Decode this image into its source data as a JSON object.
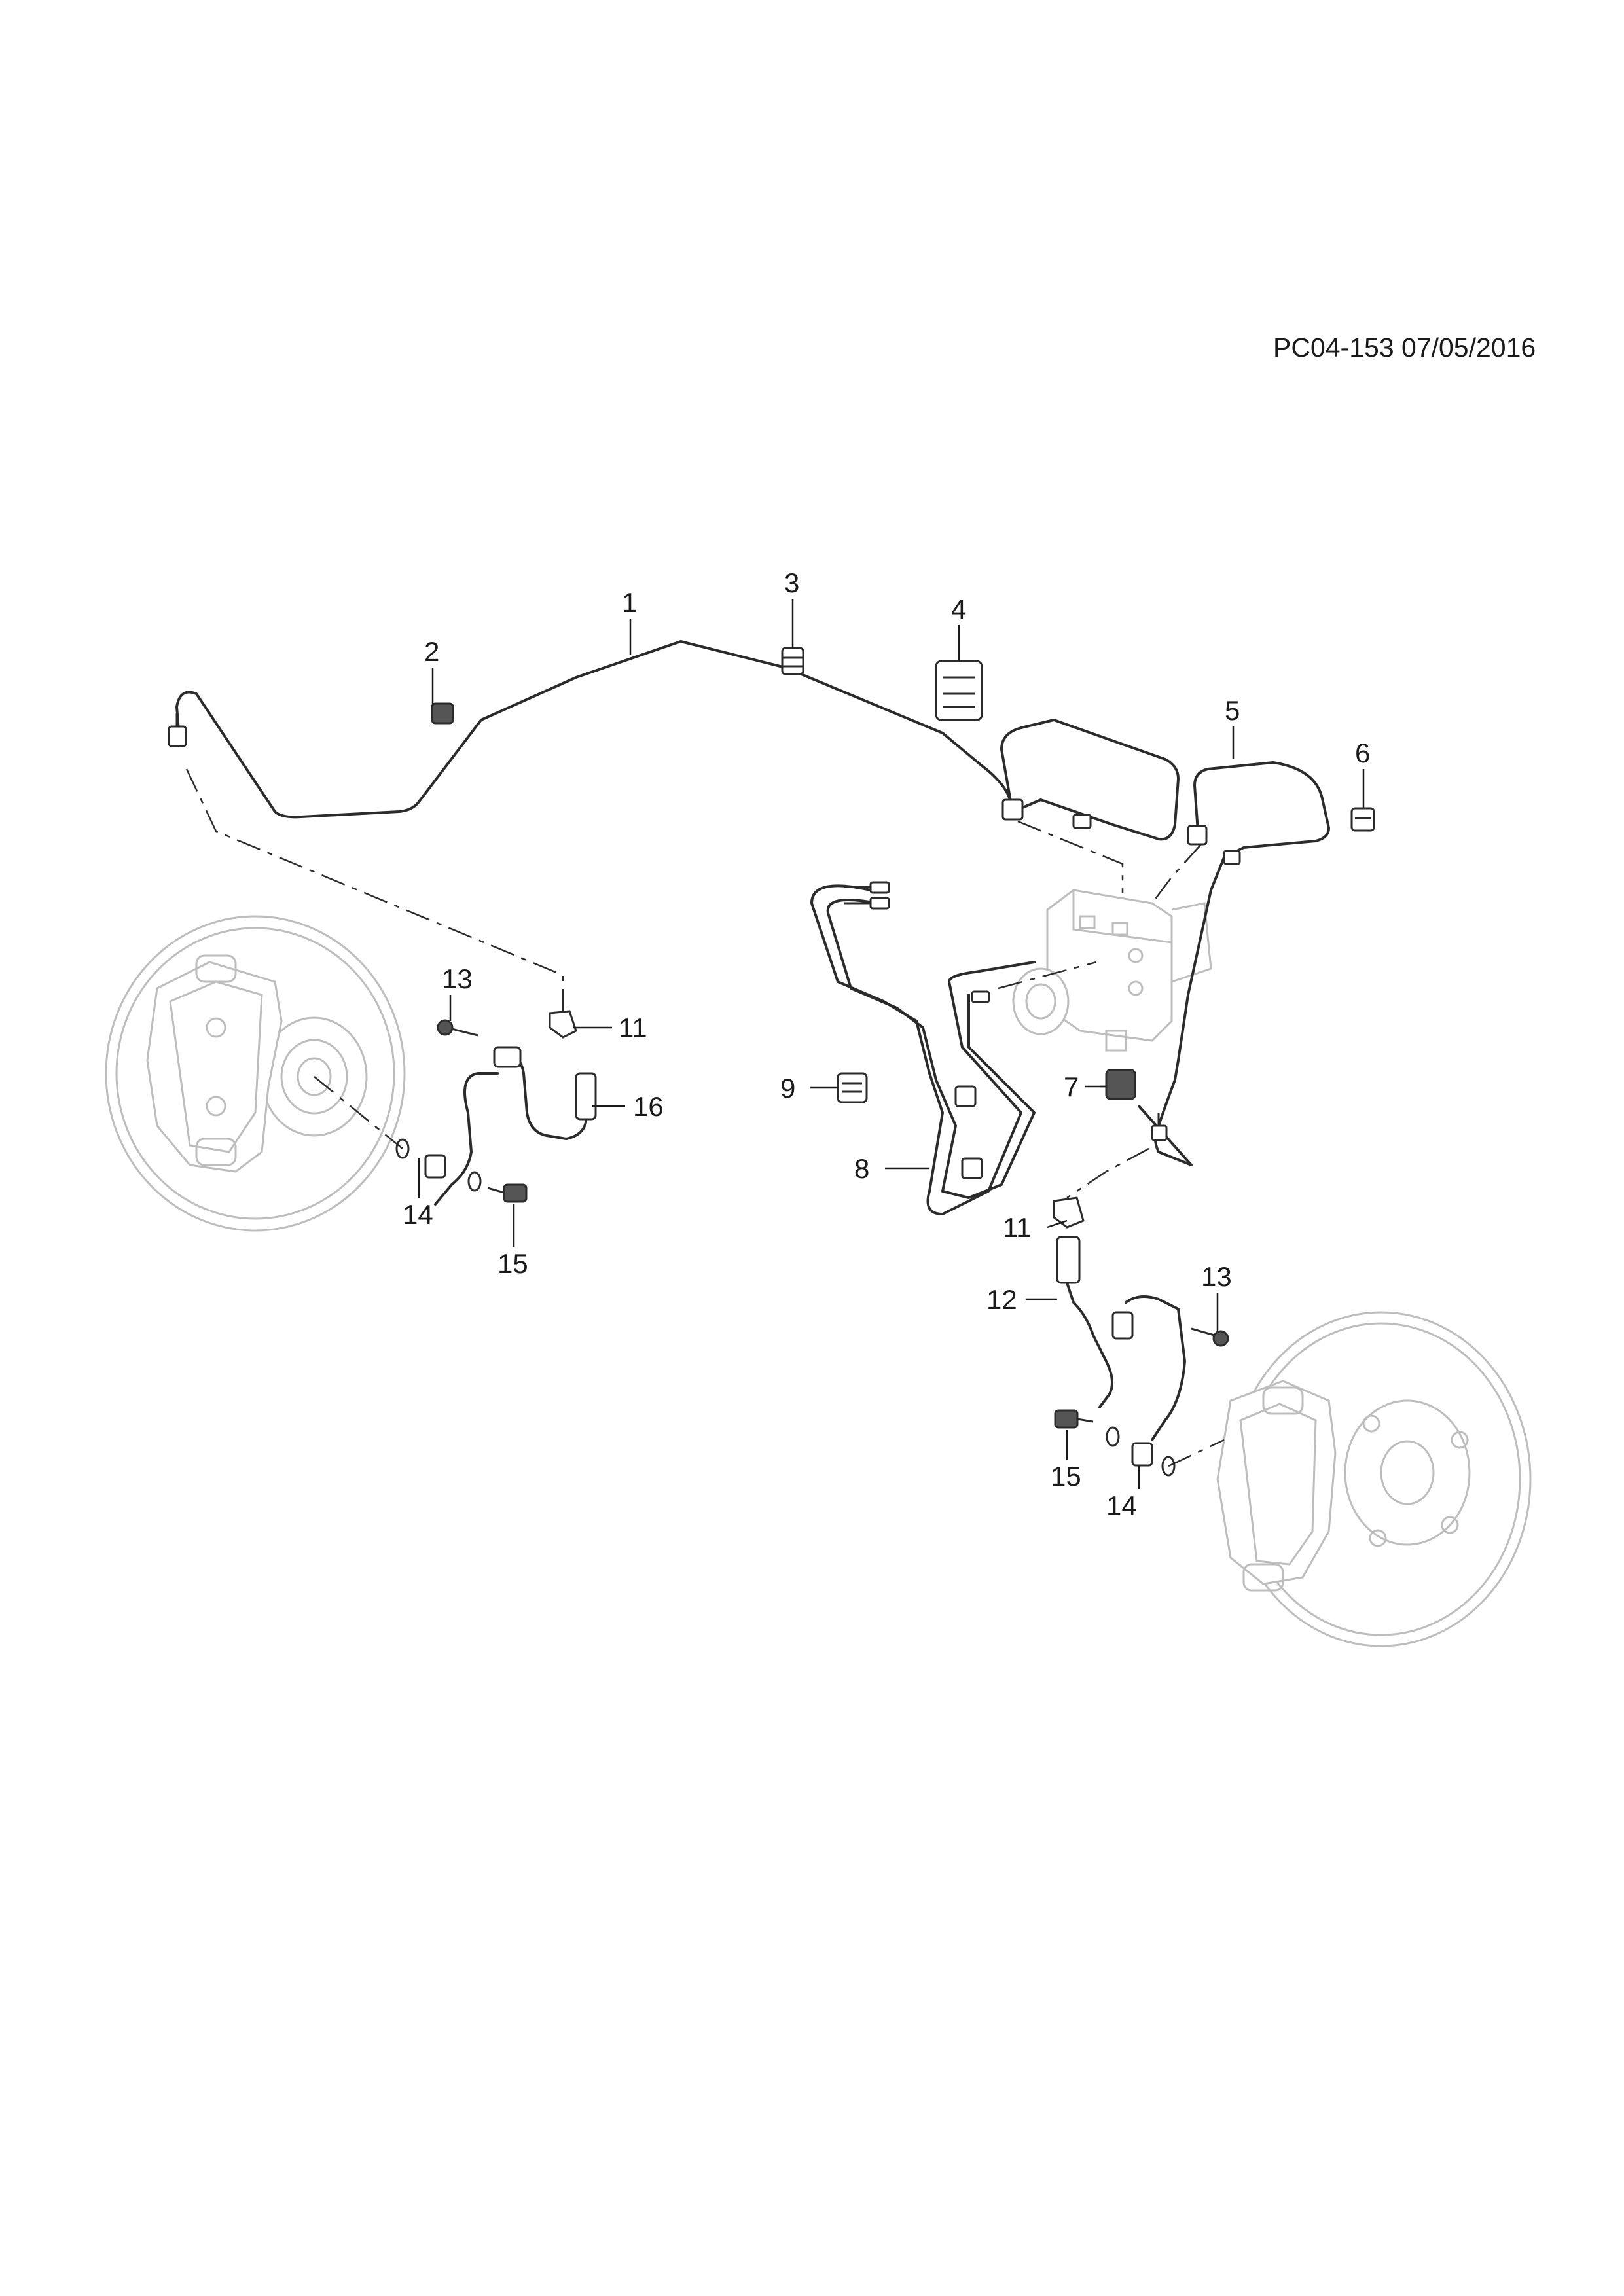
{
  "header": {
    "ref_code": "PC04-153 07/05/2016"
  },
  "callouts": [
    {
      "id": "c1",
      "label": "1"
    },
    {
      "id": "c2",
      "label": "2"
    },
    {
      "id": "c3",
      "label": "3"
    },
    {
      "id": "c4",
      "label": "4"
    },
    {
      "id": "c5",
      "label": "5"
    },
    {
      "id": "c6",
      "label": "6"
    },
    {
      "id": "c7",
      "label": "7"
    },
    {
      "id": "c8",
      "label": "8"
    },
    {
      "id": "c9",
      "label": "9"
    },
    {
      "id": "c11a",
      "label": "11"
    },
    {
      "id": "c11b",
      "label": "11"
    },
    {
      "id": "c12",
      "label": "12"
    },
    {
      "id": "c13a",
      "label": "13"
    },
    {
      "id": "c13b",
      "label": "13"
    },
    {
      "id": "c14a",
      "label": "14"
    },
    {
      "id": "c14b",
      "label": "14"
    },
    {
      "id": "c15a",
      "label": "15"
    },
    {
      "id": "c15b",
      "label": "15"
    },
    {
      "id": "c16",
      "label": "16"
    }
  ]
}
